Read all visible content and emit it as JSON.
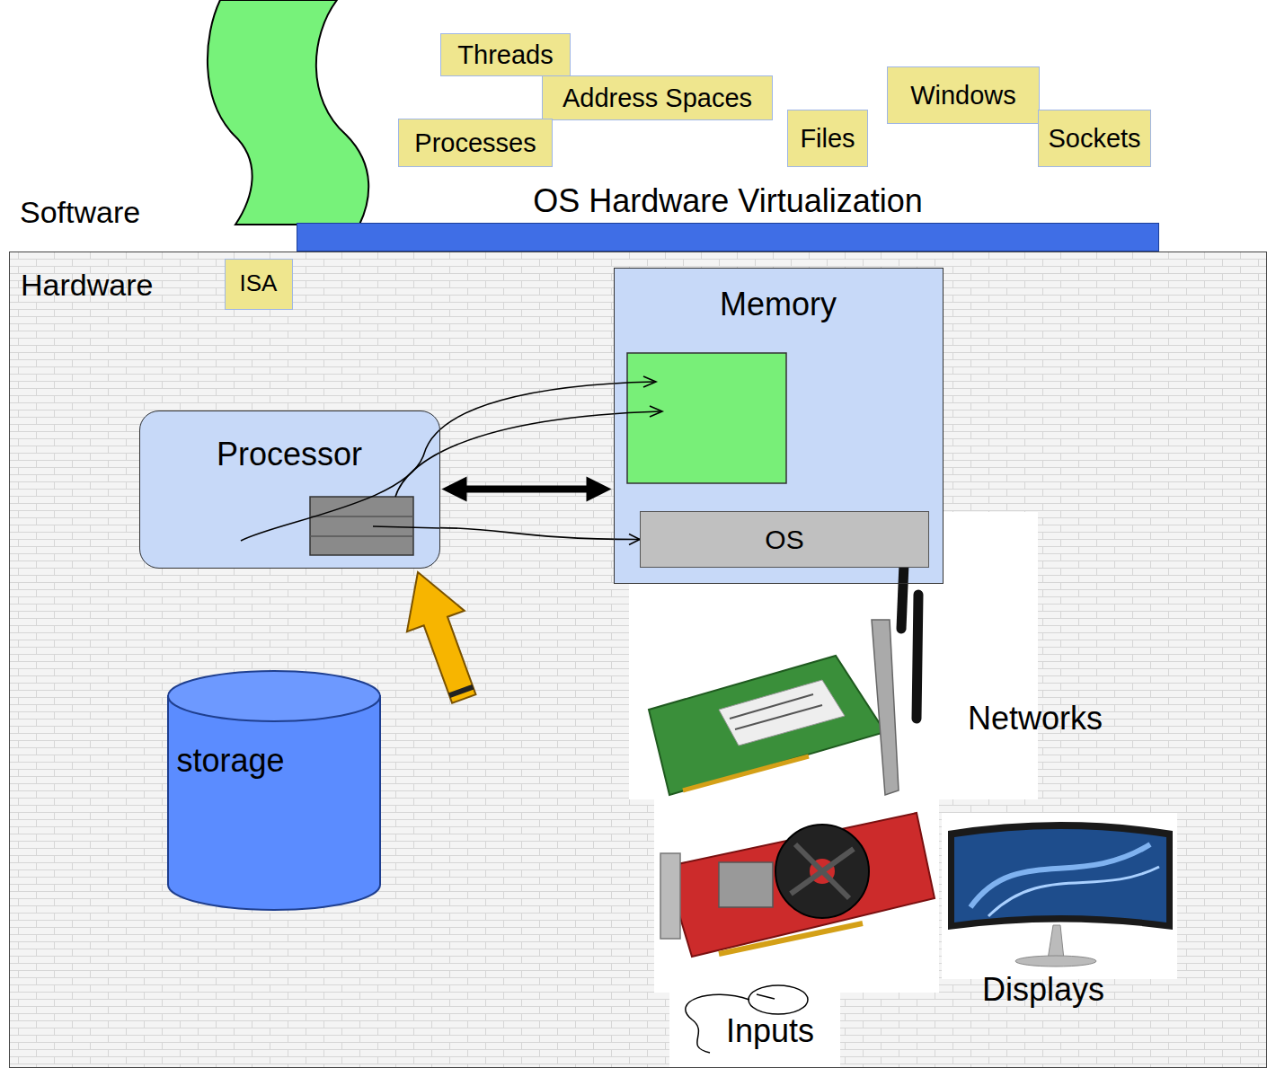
{
  "diagram": {
    "nodes": [
      {
        "text": [
          "Threads"
        ]
      },
      {
        "text": [
          "Address Spaces"
        ]
      },
      {
        "text": [
          "Processes"
        ]
      },
      {
        "text": [
          "Files"
        ]
      },
      {
        "text": [
          "Windows"
        ]
      },
      {
        "text": [
          "Sockets"
        ]
      },
      {
        "text": [
          "OS Hardware Virtualization"
        ]
      },
      {
        "text": [
          "Hardware"
        ]
      },
      {
        "text": [
          "ISA"
        ],
        "in": 7
      },
      {
        "text": [
          "Processor"
        ],
        "in": 7
      },
      {
        "text": [
          "Memory"
        ],
        "in": 7
      },
      {
        "text": [
          "OS"
        ],
        "in": 10
      },
      {
        "text": [
          "storage"
        ],
        "in": 7
      }
    ],
    "edges": [
      {
        "from": 9,
        "to": 10,
        "arrow": "both"
      },
      {
        "from": 9,
        "to": 11,
        "arrow": "to"
      }
    ],
    "labels": [
      "Software",
      "Networks",
      "Displays",
      "Inputs"
    ]
  }
}
